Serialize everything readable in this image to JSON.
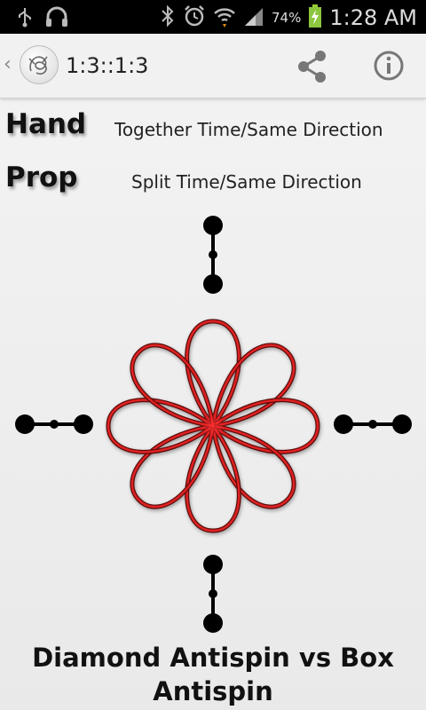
{
  "status_bar": {
    "icons": [
      "usb-icon",
      "headphones-icon",
      "bluetooth-icon",
      "alarm-icon",
      "wifi-icon",
      "signal-icon",
      "battery-charging-icon"
    ],
    "battery_percent": "74%",
    "time": "1:28 AM"
  },
  "action_bar": {
    "title": "1:3::1:3",
    "actions": [
      "share-icon",
      "info-icon"
    ]
  },
  "hand": {
    "label": "Hand",
    "value": "Together Time/Same Direction"
  },
  "prop": {
    "label": "Prop",
    "value": "Split Time/Same Direction"
  },
  "pattern": {
    "petal_count": 8,
    "colors": {
      "petal": "#e02020",
      "staff": "#000000"
    }
  },
  "caption": {
    "line1": "Diamond Antispin vs  Box",
    "line2": "Antispin"
  }
}
